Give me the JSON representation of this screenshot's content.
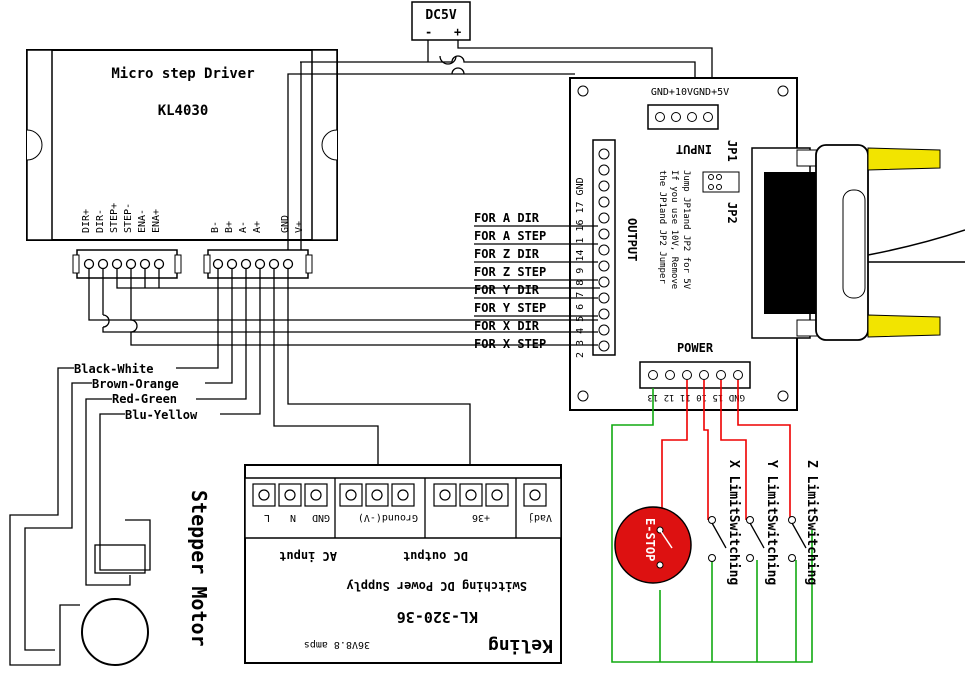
{
  "driver": {
    "title": "Micro step Driver",
    "model": "KL4030",
    "left_pins": [
      "DIR+",
      "DIR-",
      "STEP+",
      "STEP-",
      "ENA-",
      "ENA+"
    ],
    "right_pins": [
      "B-",
      "B+",
      "A-",
      "A+",
      "GND",
      "V+"
    ]
  },
  "dc5v": {
    "label": "DC5V",
    "minus": "-",
    "plus": "+"
  },
  "interface_board": {
    "input_pins_label": "GND+10VGND+5V",
    "input_label": "INPUT",
    "output_label": "OUTPUT",
    "output_pins_label": "2 3 4 5 6 7 8 9 14 1 16 17 GND",
    "jp1": "JP1",
    "jp2": "JP2",
    "jumper_note": [
      "Jump JP1and JP2 for 5V",
      "If you use 10V, Remove",
      "the JP1and JP2 Jumper"
    ],
    "power_label": "POWER",
    "power_pins_label": "GND 15 10 11 12 13"
  },
  "signals": [
    "FOR A DIR",
    "FOR A STEP",
    "FOR Z DIR",
    "FOR Z STEP",
    "FOR Y DIR",
    "FOR Y STEP",
    "FOR X DIR",
    "FOR X STEP"
  ],
  "motor_wires": [
    "Black-White",
    "Brown-Orange",
    "Red-Green",
    "Blu-Yellow"
  ],
  "stepper_label": "Stepper Motor",
  "psu": {
    "terminals": [
      "L",
      "N",
      "GND",
      "Ground(-V)",
      "+36",
      "Vadj"
    ],
    "ac_input": "AC input",
    "dc_output": "DC output",
    "title": "Switching DC Power Supply",
    "model": "KL-320-36",
    "brand": "Keling",
    "rating": "36V8.8 amps"
  },
  "estop": "E-STOP",
  "limit_switches": [
    "X LimitSwitching",
    "Y LimitSwitching",
    "Z LimitSwitching"
  ],
  "colors": {
    "red_wire": "#e00000",
    "green_wire": "#11aa11",
    "estop": "#dd1111",
    "connector_yellow": "#f2e400"
  }
}
